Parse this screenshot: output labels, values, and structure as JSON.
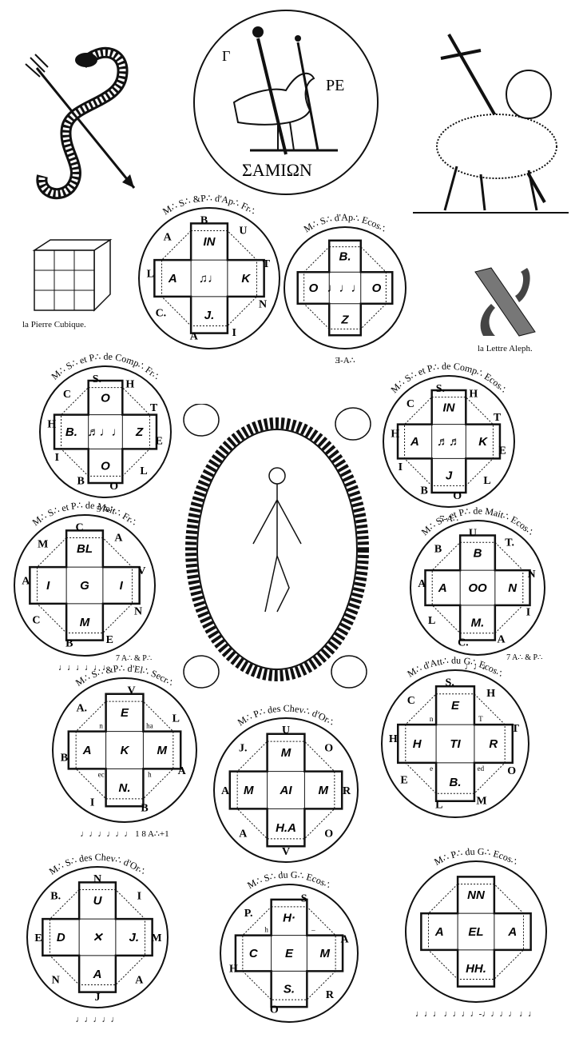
{
  "colors": {
    "ink": "#111111",
    "paper": "#ffffff"
  },
  "top": {
    "snake_icon": "snake-arrow-icon",
    "medallion": {
      "left_letter": "Γ",
      "right_text": "PE",
      "bottom_text": "ΣΑΜΙΩΝ"
    },
    "lamb_icon": "lamb-cross-icon"
  },
  "cube": {
    "caption": "la Pierre Cubique."
  },
  "aleph": {
    "caption": "la Lettre Aleph."
  },
  "seals": [
    {
      "title": "M∴ S∴ &P∴ d'Ap∴ Fr∴",
      "letters": [
        "A",
        "B",
        "U",
        "T",
        "N",
        "I",
        "A",
        "C.",
        "L"
      ],
      "cells": {
        "top": "IN",
        "left": "A",
        "center": "♫♩",
        "right": "K",
        "bottom": "J."
      },
      "corner": []
    },
    {
      "title": "M∴ S∴ d'Ap∴ Ecos∴",
      "letters": [],
      "cells": {
        "top": "B.",
        "left": "O",
        "center": "♩♩♩",
        "right": "O",
        "bottom": "Z"
      },
      "corner": [],
      "footer": "Ǝ-A∴"
    },
    {
      "title": "M∴ S∴ et P∴ de Comp∴ Fr∴",
      "letters": [
        "C",
        "S.",
        "H",
        "T",
        "E",
        "L",
        "O",
        "B",
        "I",
        "H"
      ],
      "cells": {
        "top": "O",
        "left": "B.",
        "center": "♬♩♩",
        "right": "Z",
        "bottom": "O"
      },
      "corner": [],
      "footer": "5 A∴"
    },
    {
      "title": "M∴ S∴ et P∴ de Comp∴ Ecos∴",
      "letters": [
        "C",
        "S.",
        "H",
        "T",
        "E",
        "L",
        "O",
        "B",
        "I",
        "H"
      ],
      "cells": {
        "top": "IN",
        "left": "A",
        "center": "♬♬",
        "right": "K",
        "bottom": "J"
      },
      "corner": [],
      "footer": "5-A∴"
    },
    {
      "title": "M∴ S∴ et P∴ de Mait∴ Fr∴",
      "letters": [
        "M",
        "C",
        "A",
        "V",
        "N",
        "E",
        "B",
        "C",
        "A"
      ],
      "cells": {
        "top": "BL",
        "left": "I",
        "center": "G",
        "right": "I",
        "bottom": "M"
      },
      "corner": [],
      "footer": "♩♩♩♩♩♩",
      "side": "7 A∴ & P∴"
    },
    {
      "title": "M∴ S∴ et P∴ de Mait∴ Ecos∴",
      "letters": [
        "B",
        "U",
        "T.",
        "N",
        "I",
        "A",
        "C.",
        "L",
        "A"
      ],
      "cells": {
        "top": "B",
        "left": "A",
        "center": "OO",
        "right": "N",
        "bottom": "M."
      },
      "corner": [],
      "footer": "♩♩♩",
      "side": "7 A∴ & P∴"
    },
    {
      "title": "M∴ S∴ &P∴ d'El∴ Secr∴",
      "letters": [
        "A.",
        "V",
        "L",
        "A",
        "B",
        "I",
        "B"
      ],
      "cells": {
        "top": "E",
        "left": "A",
        "center": "K",
        "right": "M",
        "bottom": "N."
      },
      "corner": [
        "n",
        "ha",
        "ec",
        "h"
      ],
      "footer": "♩♩♩♩♩♩ 1 8 A∴+1"
    },
    {
      "title": "M∴ P∴ des Chev∴ d'Or∴",
      "letters": [
        "J.",
        "U",
        "O",
        "R",
        "O",
        "V",
        "A",
        "A"
      ],
      "cells": {
        "top": "M",
        "left": "M",
        "center": "AI",
        "right": "M",
        "bottom": "H.A"
      },
      "corner": []
    },
    {
      "title": "M∴ d'Att∴ du G∴ Ecos∴",
      "letters": [
        "C",
        "S.",
        "H",
        "T",
        "O",
        "M",
        "L",
        "E",
        "H"
      ],
      "cells": {
        "top": "E",
        "left": "H",
        "center": "TI",
        "right": "R",
        "bottom": "B."
      },
      "corner": [
        "n",
        "T",
        "e",
        "ed"
      ]
    },
    {
      "title": "M∴ S∴ des Chev∴ d'Or∴",
      "letters": [
        "B.",
        "N",
        "I",
        "M",
        "A",
        "J",
        "N",
        "E"
      ],
      "cells": {
        "top": "U",
        "left": "D",
        "center": "✕",
        "right": "J.",
        "bottom": "A"
      },
      "corner": [],
      "footer": "♩♩♩♩♩"
    },
    {
      "title": "M∴ S∴ du G∴ Ecos∴",
      "letters": [
        "P.",
        "S",
        "A",
        "R",
        "O",
        "H"
      ],
      "cells": {
        "top": "H·",
        "left": "C",
        "center": "E",
        "right": "M",
        "bottom": "S."
      },
      "corner": [
        "h",
        "–"
      ]
    },
    {
      "title": "M∴ P∴ du G∴ Ecos∴",
      "letters": [],
      "cells": {
        "top": "NN",
        "left": "A",
        "center": "EL",
        "right": "A",
        "bottom": "HH."
      },
      "corner": [],
      "footer": "♩♩♩ ♩♩♩♩-♩♩♩♩ ♩♩"
    }
  ],
  "center": {
    "figure_icon": "dancing-woman-wreath-icon"
  }
}
